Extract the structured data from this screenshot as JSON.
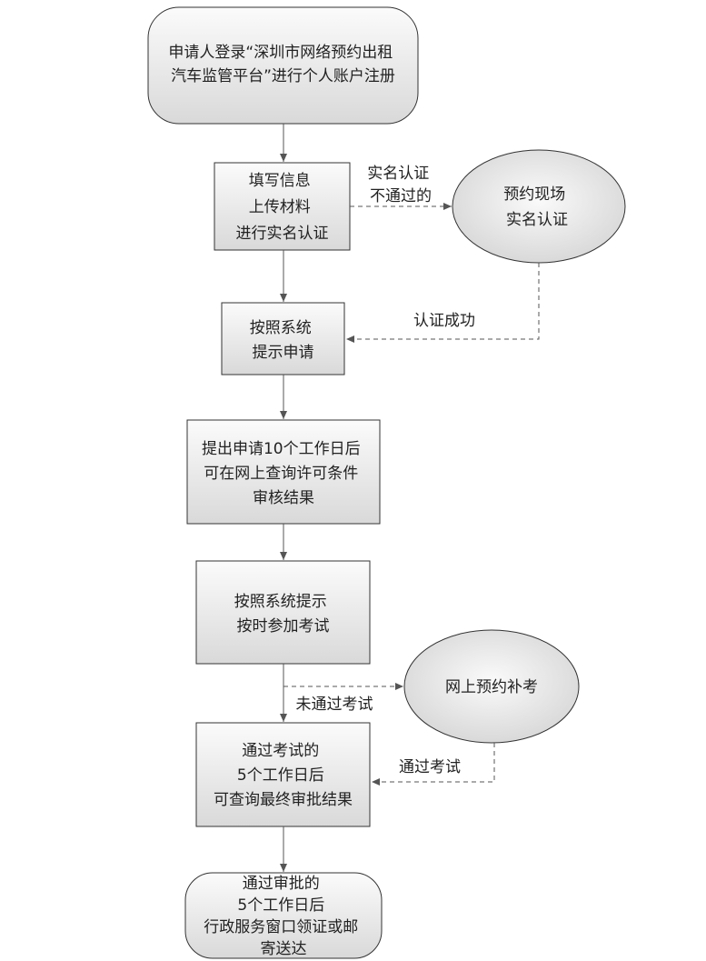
{
  "nodes": {
    "start": [
      "申请人登录“深圳市网络预约出租",
      "汽车监管平台”进行个人账户注册"
    ],
    "fill_info": [
      "填写信息",
      "上传材料",
      "进行实名认证"
    ],
    "onsite_appt": [
      "预约现场",
      "实名认证"
    ],
    "apply": [
      "按照系统",
      "提示申请"
    ],
    "review": [
      "提出申请10个工作日后",
      "可在网上查询许可条件",
      "审核结果"
    ],
    "exam": [
      "按照系统提示",
      "按时参加考试"
    ],
    "makeup": [
      "网上预约补考"
    ],
    "result": [
      "通过考试的",
      "5个工作日后",
      "可查询最终审批结果"
    ],
    "end": [
      "通过审批的",
      "5个工作日后",
      "行政服务窗口领证或邮",
      "寄送达"
    ]
  },
  "edges": {
    "fail_auth": [
      "实名认证",
      "不通过的"
    ],
    "auth_success": "认证成功",
    "exam_fail": "未通过考试",
    "exam_pass": "通过考试"
  }
}
